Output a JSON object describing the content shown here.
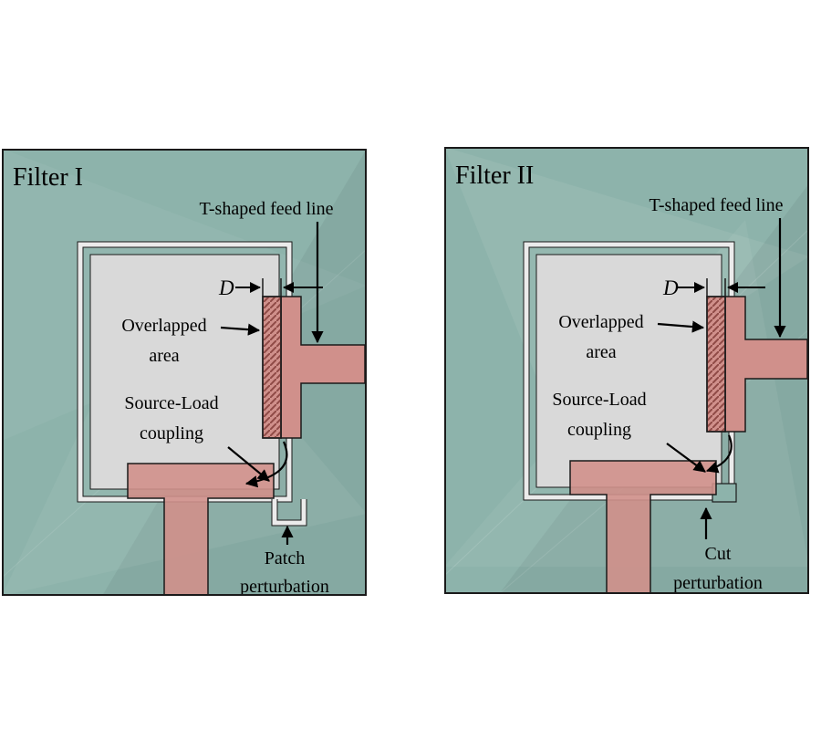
{
  "figure": {
    "description": "Two microstrip filter layout diagrams side by side"
  },
  "colors": {
    "panel_background": "#8db3ab",
    "panel_border": "#1a1a1a",
    "patch_gray": "#d9d9d9",
    "ring_light": "#ebebeb",
    "feed_pink": "#d0908b",
    "hatch_red": "#8f4a46",
    "annotation_black": "#000000"
  },
  "panels": [
    {
      "title": "Filter I",
      "labels": {
        "feed_line": "T-shaped feed line",
        "dimension": "D",
        "overlapped_line1": "Overlapped",
        "overlapped_line2": "area",
        "coupling_line1": "Source-Load",
        "coupling_line2": "coupling",
        "perturbation_line1": "Patch",
        "perturbation_line2": "perturbation"
      }
    },
    {
      "title": "Filter II",
      "labels": {
        "feed_line": "T-shaped feed line",
        "dimension": "D",
        "overlapped_line1": "Overlapped",
        "overlapped_line2": "area",
        "coupling_line1": "Source-Load",
        "coupling_line2": "coupling",
        "perturbation_line1": "Cut",
        "perturbation_line2": "perturbation"
      }
    }
  ]
}
